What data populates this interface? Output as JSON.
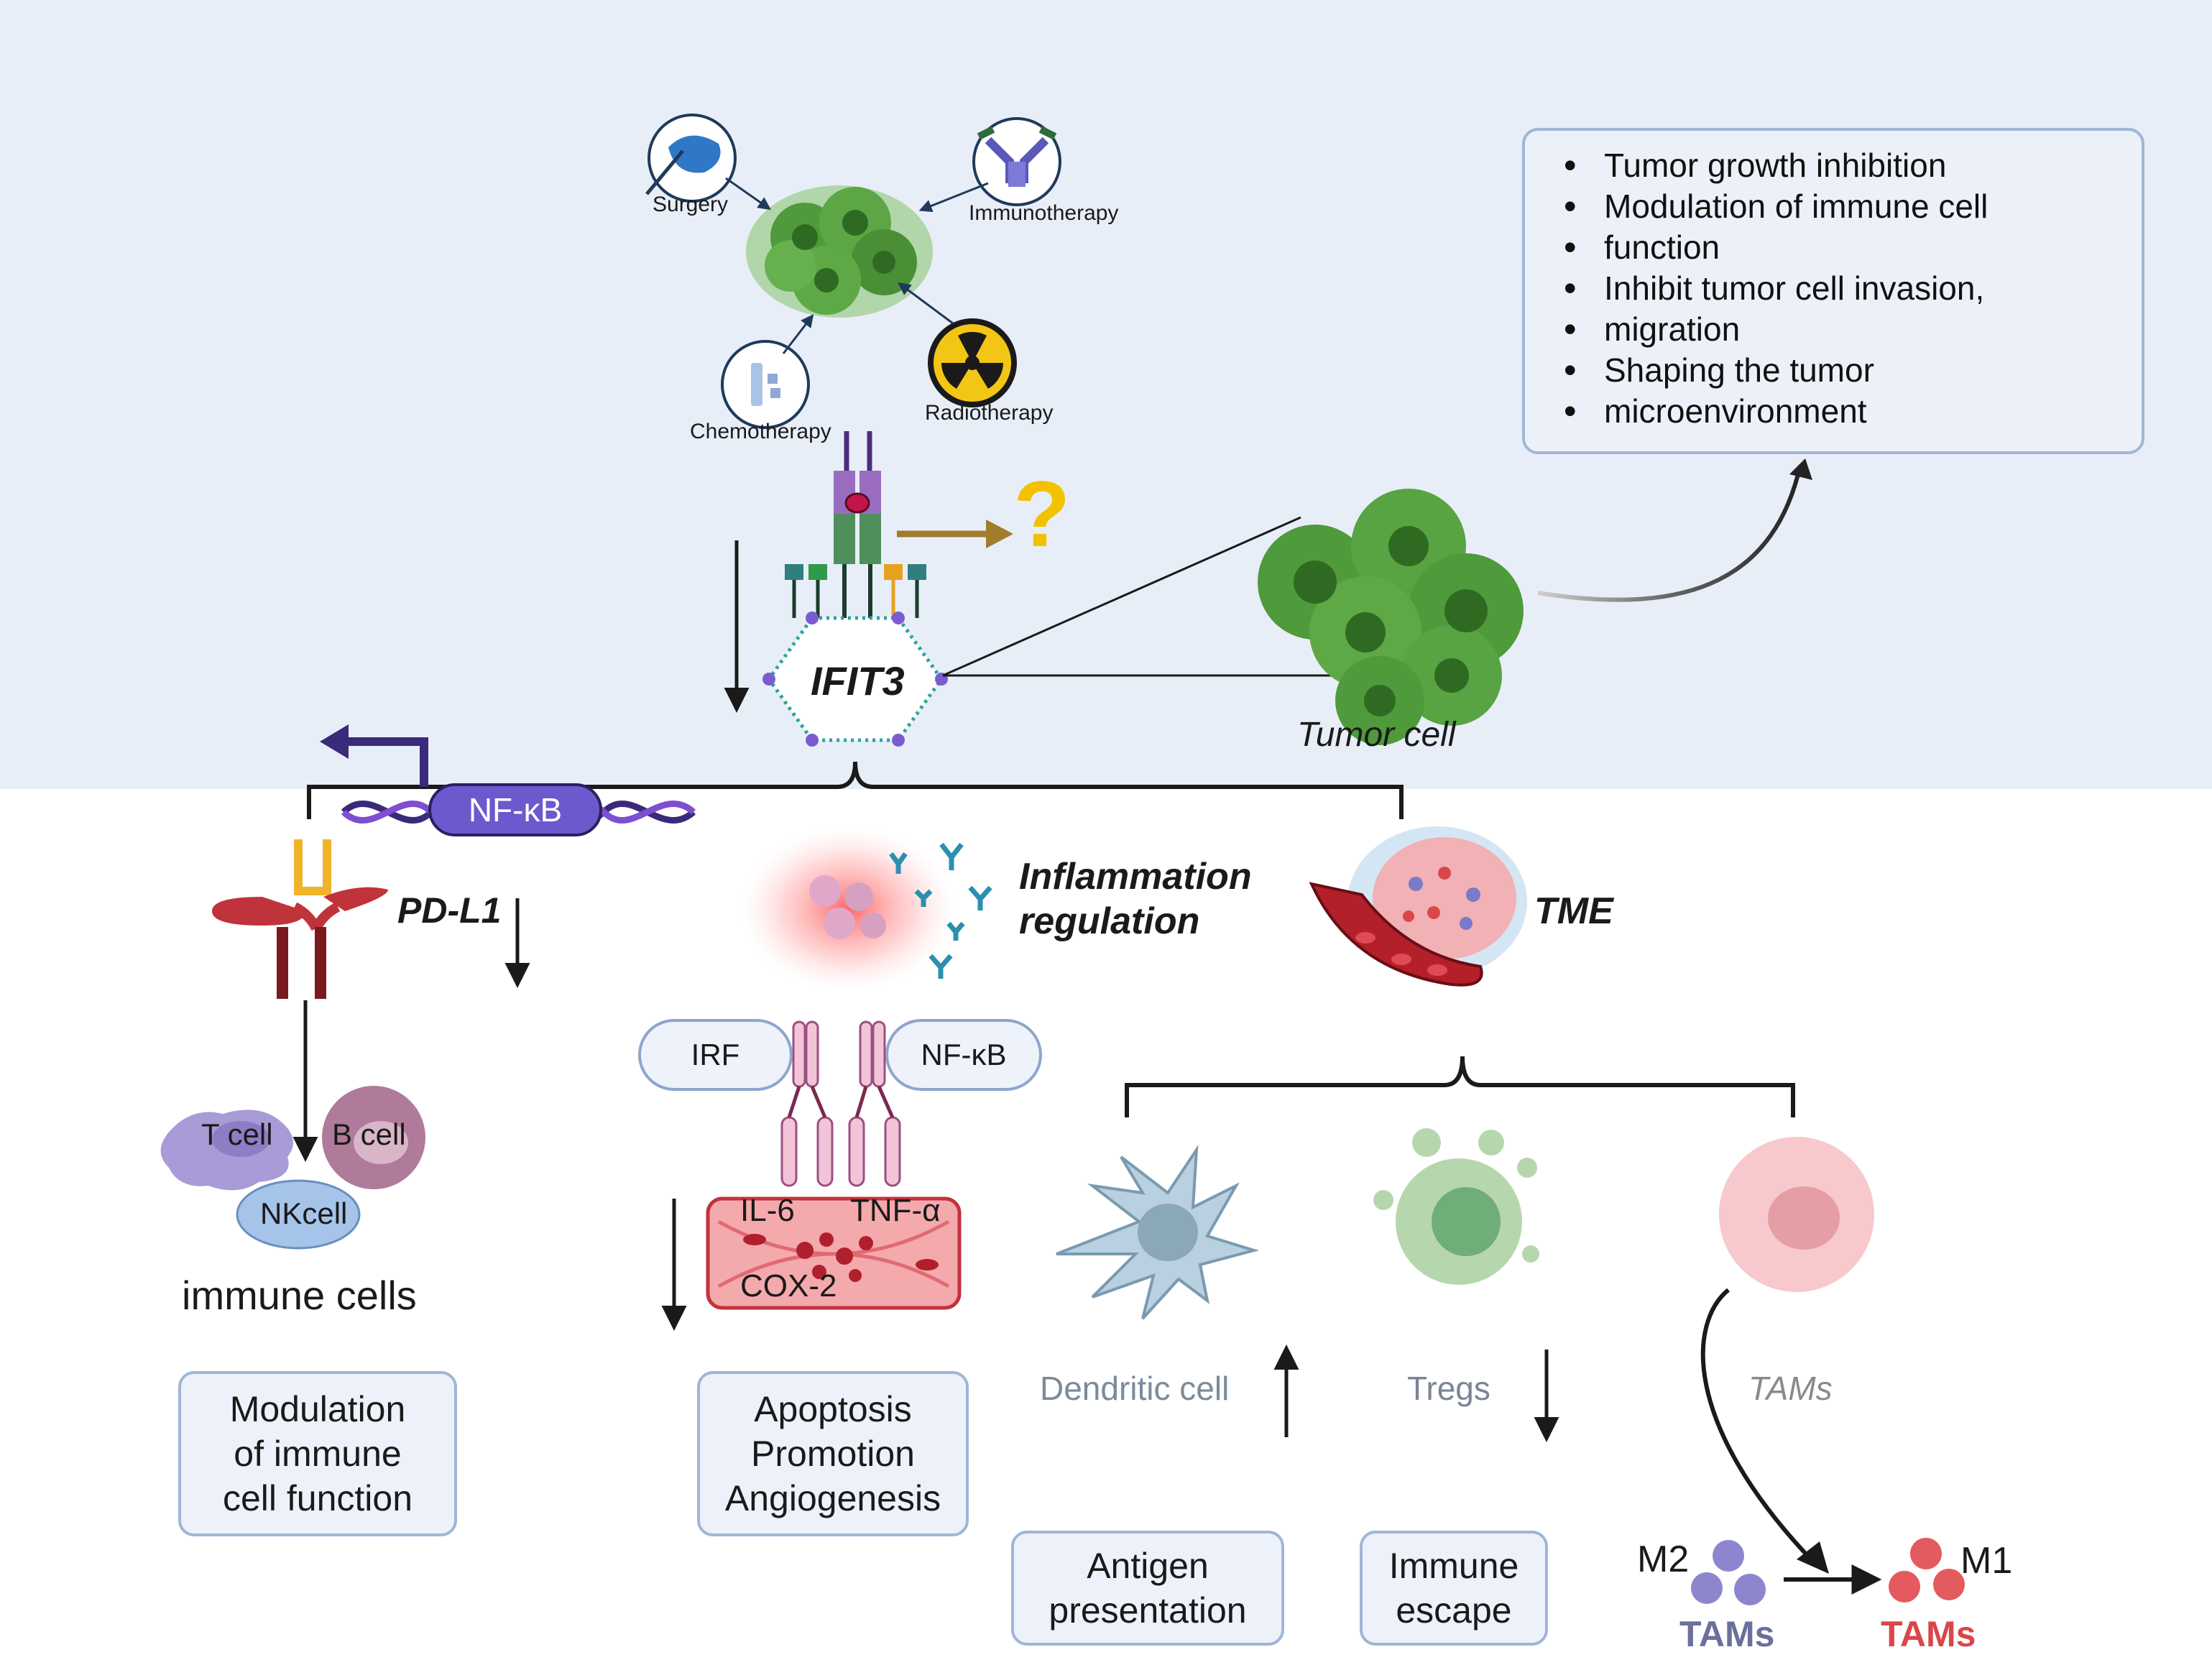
{
  "therapies": {
    "surgery": "Surgery",
    "immunotherapy": "Immunotherapy",
    "chemotherapy": "Chemotherapy",
    "radiotherapy": "Radiotherapy"
  },
  "gene": "IFIT3",
  "question_mark": "?",
  "tumor_label": "Tumor cell",
  "benefits": [
    "Tumor growth inhibition",
    "Modulation of immune cell",
    "function",
    "Inhibit tumor cell invasion,",
    "migration",
    "Shaping the tumor",
    "microenvironment"
  ],
  "nfkb_dna": "NF-κB",
  "pdl1": "PD-L1",
  "immune": {
    "t_cell": "T cell",
    "b_cell": "B cell",
    "nk_cell": "NKcell",
    "title": "immune cells",
    "box": [
      "Modulation",
      "of immune",
      "cell function"
    ]
  },
  "inflammation": {
    "title_line1": "Inflammation",
    "title_line2": "regulation",
    "irf": "IRF",
    "nfkb": "NF-κB",
    "il6": "IL-6",
    "tnfa": "TNF-α",
    "cox2": "COX-2",
    "box": [
      "Apoptosis",
      "Promotion",
      "Angiogenesis"
    ]
  },
  "tme": {
    "title": "TME",
    "dendritic": "Dendritic cell",
    "tregs": "Tregs",
    "tams": "TAMs",
    "antigen_box": [
      "Antigen",
      "presentation"
    ],
    "escape_box": [
      "Immune",
      "escape"
    ],
    "m2": "M2",
    "m2_tams": "TAMs",
    "m1": "M1",
    "m1_tams": "TAMs"
  },
  "colors": {
    "top_bg": "#e8eef8",
    "tumor_green": "#4f9a3a",
    "nfkb_purple": "#6a5acd",
    "arrow_gold": "#a07c2b",
    "question_yellow": "#f2c200",
    "m2_text": "#6b6f9c",
    "m1_text": "#d9474b"
  }
}
